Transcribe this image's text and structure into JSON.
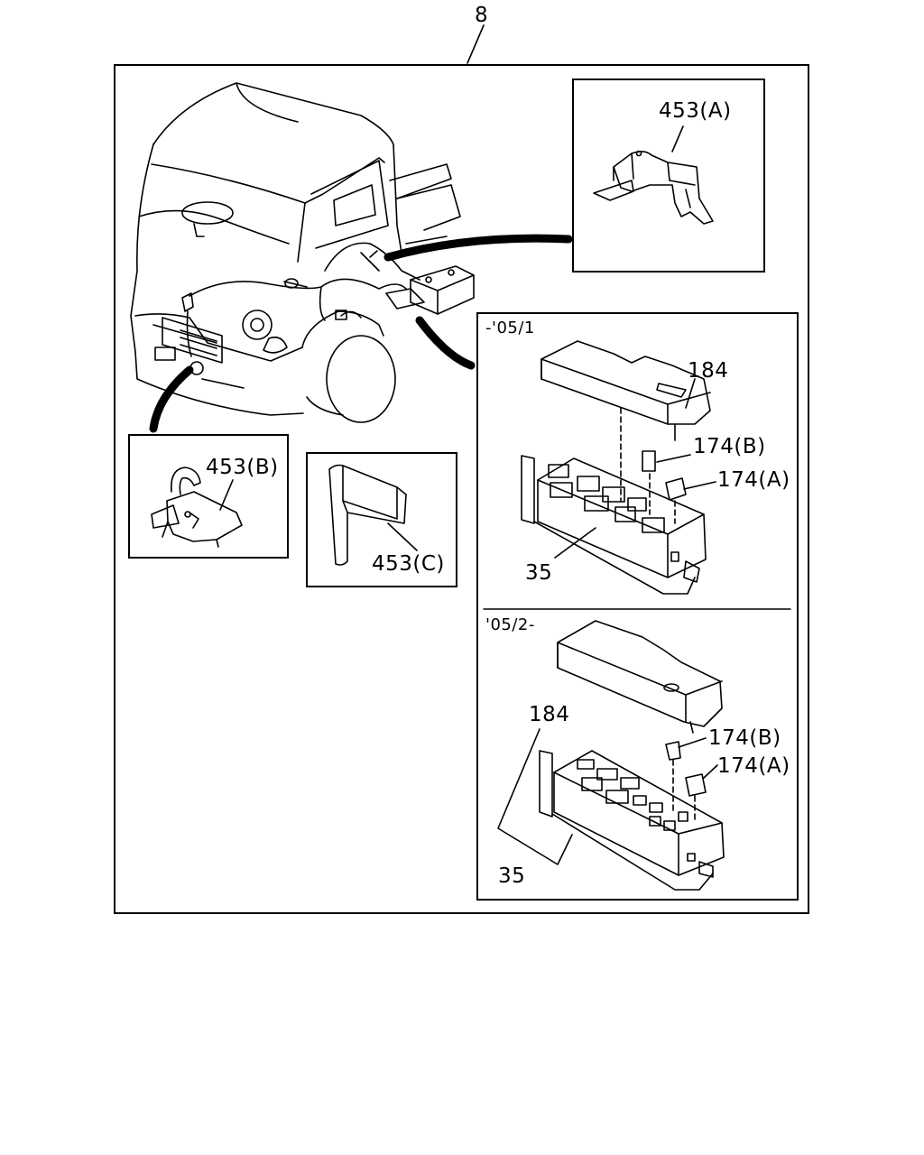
{
  "figure_number": "8",
  "labels": {
    "inset_a": "453(A)",
    "inset_b": "453(B)",
    "inset_c": "453(C)",
    "top_period": "-'05/1",
    "top_cover": "184",
    "top_relay_b": "174(B)",
    "top_relay_a": "174(A)",
    "top_box": "35",
    "bottom_period": "'05/2-",
    "bottom_cover": "184",
    "bottom_relay_b": "174(B)",
    "bottom_relay_a": "174(A)",
    "bottom_box": "35"
  }
}
